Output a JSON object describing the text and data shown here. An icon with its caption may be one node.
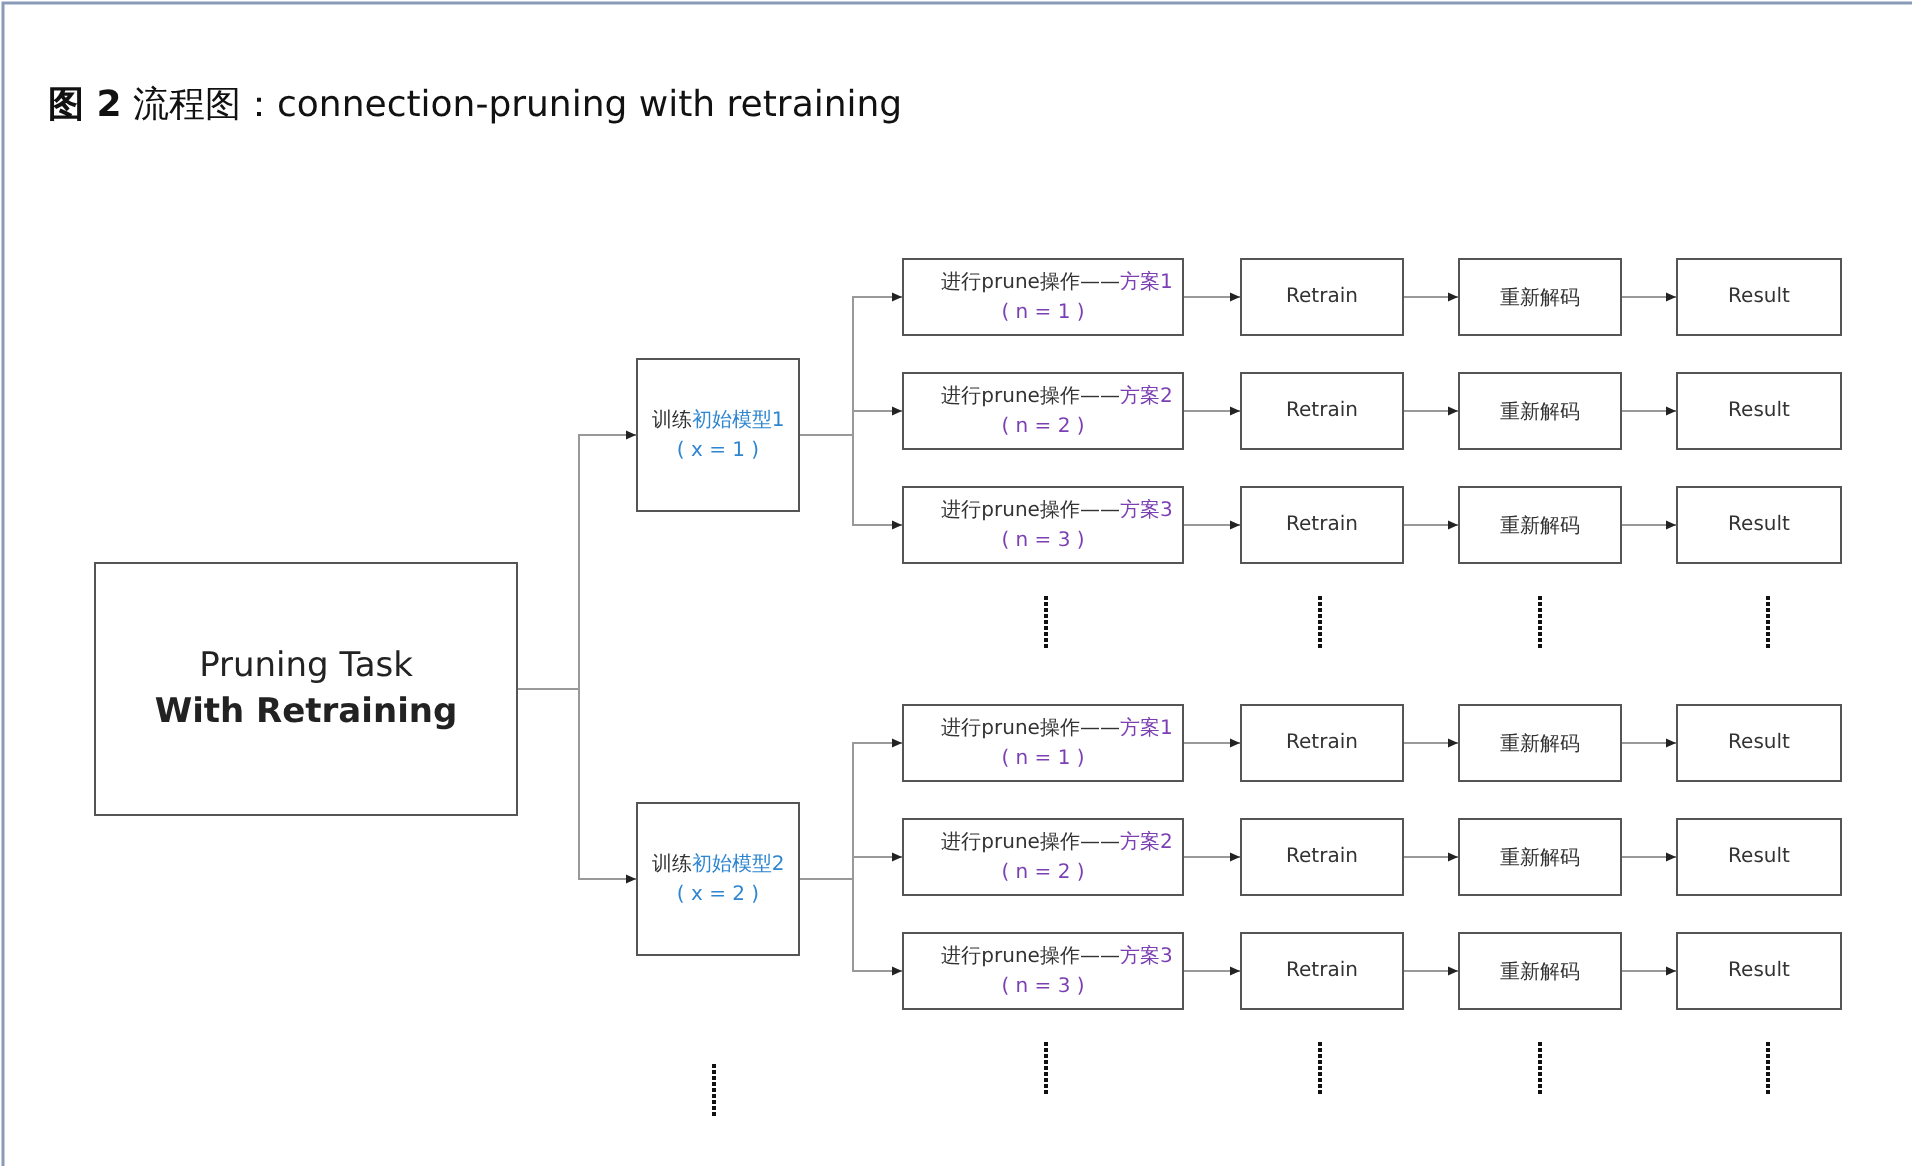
{
  "diagram": {
    "title": "**图 2** 流程图：connection-pruning with retraining",
    "nodes": [
      {
        "text": [
          "Pruning Task",
          "With Retraining"
        ]
      },
      {
        "text": [
          "训练",
          "初始模型1",
          "( x = 1 )"
        ]
      },
      {
        "text": [
          "进行prune操作——",
          "方案1",
          "( n = 1 )"
        ]
      },
      {
        "text": [
          "Retrain"
        ]
      },
      {
        "text": [
          "重新解码"
        ]
      },
      {
        "text": [
          "Result"
        ]
      },
      {
        "text": [
          "进行prune操作——",
          "方案2",
          "( n = 2 )"
        ]
      },
      {
        "text": [
          "Retrain"
        ]
      },
      {
        "text": [
          "重新解码"
        ]
      },
      {
        "text": [
          "Result"
        ]
      },
      {
        "text": [
          "进行prune操作——",
          "方案3",
          "( n = 3 )"
        ]
      },
      {
        "text": [
          "Retrain"
        ]
      },
      {
        "text": [
          "重新解码"
        ]
      },
      {
        "text": [
          "Result"
        ]
      },
      {
        "text": [
          "训练",
          "初始模型2",
          "( x = 2 )"
        ]
      },
      {
        "text": [
          "进行prune操作——",
          "方案1",
          "( n = 1 )"
        ]
      },
      {
        "text": [
          "Retrain"
        ]
      },
      {
        "text": [
          "重新解码"
        ]
      },
      {
        "text": [
          "Result"
        ]
      },
      {
        "text": [
          "进行prune操作——",
          "方案2",
          "( n = 2 )"
        ]
      },
      {
        "text": [
          "Retrain"
        ]
      },
      {
        "text": [
          "重新解码"
        ]
      },
      {
        "text": [
          "Result"
        ]
      },
      {
        "text": [
          "进行prune操作——",
          "方案3",
          "( n = 3 )"
        ]
      },
      {
        "text": [
          "Retrain"
        ]
      },
      {
        "text": [
          "重新解码"
        ]
      },
      {
        "text": [
          "Result"
        ]
      }
    ],
    "edges": [
      {
        "from": 0,
        "to": 1,
        "arrow": "to"
      },
      {
        "from": 0,
        "to": 14,
        "arrow": "to"
      },
      {
        "from": 1,
        "to": 2,
        "arrow": "to"
      },
      {
        "from": 1,
        "to": 6,
        "arrow": "to"
      },
      {
        "from": 1,
        "to": 10,
        "arrow": "to"
      },
      {
        "from": 2,
        "to": 3,
        "arrow": "to"
      },
      {
        "from": 3,
        "to": 4,
        "arrow": "to"
      },
      {
        "from": 4,
        "to": 5,
        "arrow": "to"
      },
      {
        "from": 6,
        "to": 7,
        "arrow": "to"
      },
      {
        "from": 7,
        "to": 8,
        "arrow": "to"
      },
      {
        "from": 8,
        "to": 9,
        "arrow": "to"
      },
      {
        "from": 10,
        "to": 11,
        "arrow": "to"
      },
      {
        "from": 11,
        "to": 12,
        "arrow": "to"
      },
      {
        "from": 12,
        "to": 13,
        "arrow": "to"
      },
      {
        "from": 14,
        "to": 15,
        "arrow": "to"
      },
      {
        "from": 14,
        "to": 19,
        "arrow": "to"
      },
      {
        "from": 14,
        "to": 23,
        "arrow": "to"
      },
      {
        "from": 15,
        "to": 16,
        "arrow": "to"
      },
      {
        "from": 16,
        "to": 17,
        "arrow": "to"
      },
      {
        "from": 17,
        "to": 18,
        "arrow": "to"
      },
      {
        "from": 19,
        "to": 20,
        "arrow": "to"
      },
      {
        "from": 20,
        "to": 21,
        "arrow": "to"
      },
      {
        "from": 21,
        "to": 22,
        "arrow": "to"
      },
      {
        "from": 23,
        "to": 24,
        "arrow": "to"
      },
      {
        "from": 24,
        "to": 25,
        "arrow": "to"
      },
      {
        "from": 25,
        "to": 26,
        "arrow": "to"
      }
    ]
  }
}
